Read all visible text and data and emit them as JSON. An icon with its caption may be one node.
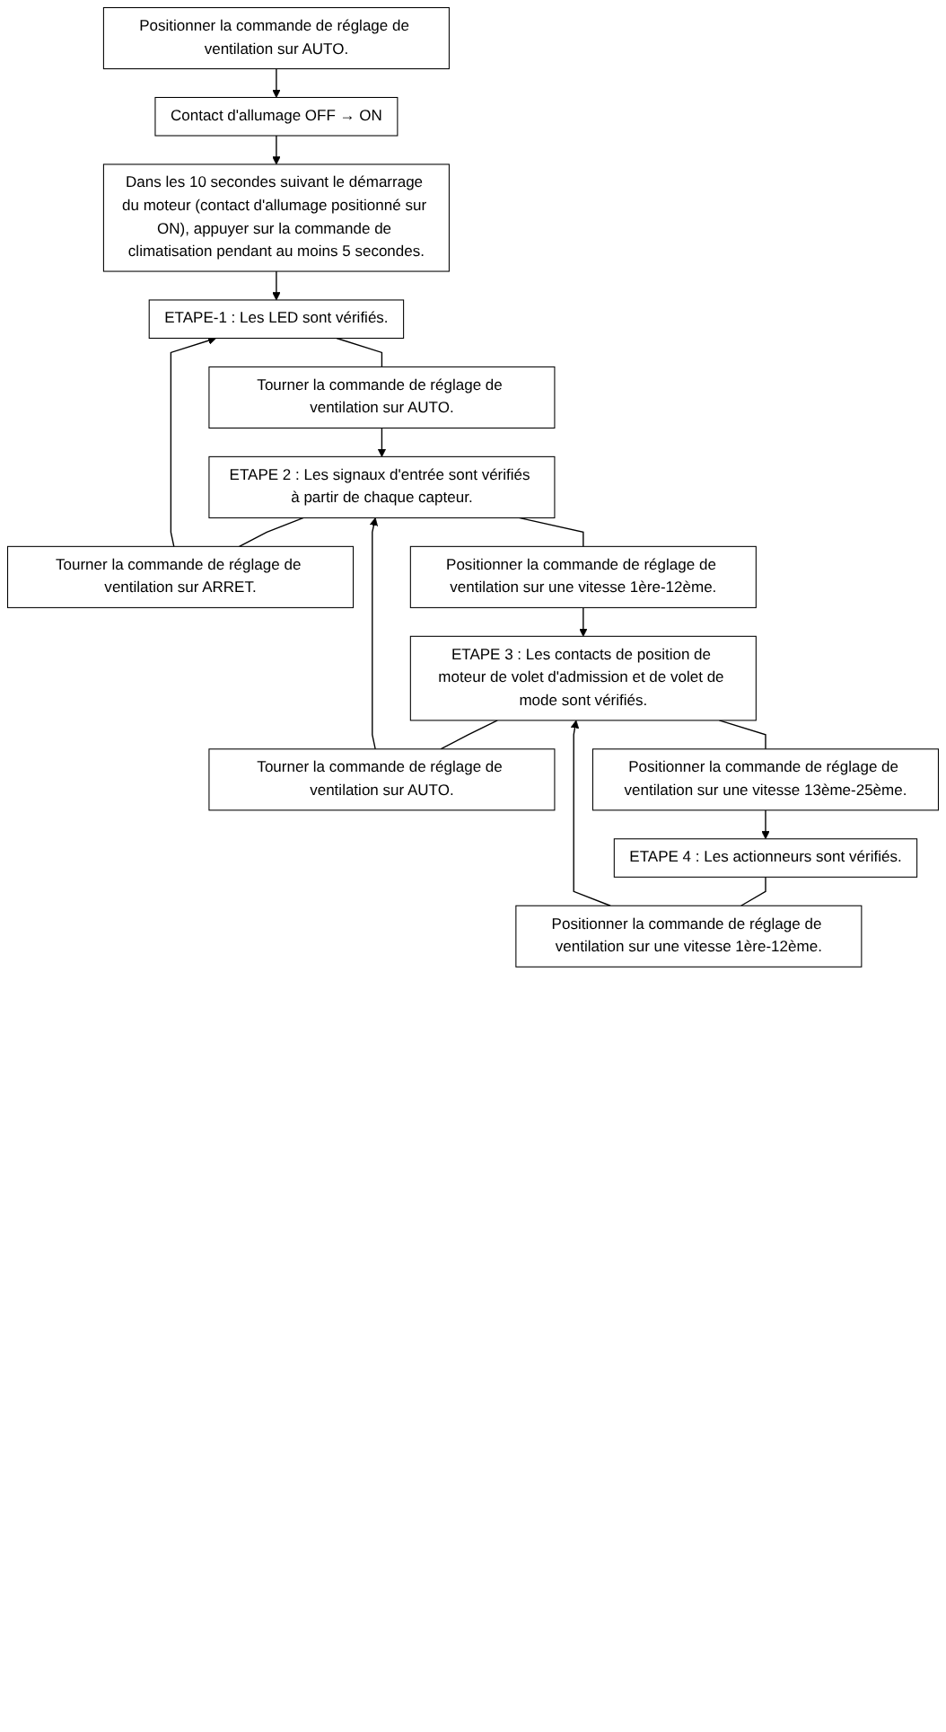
{
  "diagram": {
    "nodes": [
      {
        "text": [
          "Positionner la commande de réglage de ventilation sur AUTO."
        ]
      },
      {
        "text": [
          "Contact d'allumage OFF → ON"
        ]
      },
      {
        "text": [
          "Dans les 10 secondes suivant le démarrage du moteur (contact d'allumage positionné sur ON), appuyer sur la commande de climatisation pendant au moins 5 secondes."
        ]
      },
      {
        "text": [
          "ETAPE-1 : Les LED sont vérifiés."
        ]
      },
      {
        "text": [
          "Tourner la commande de réglage de ventilation sur AUTO."
        ]
      },
      {
        "text": [
          "Tourner la commande de réglage de ventilation sur ARRET."
        ]
      },
      {
        "text": [
          "ETAPE 2 : Les signaux d'entrée sont vérifiés à partir de chaque capteur."
        ]
      },
      {
        "text": [
          "Positionner la commande de réglage de ventilation sur une vitesse 1ère-12ème."
        ]
      },
      {
        "text": [
          "Tourner la commande de réglage de ventilation sur AUTO."
        ]
      },
      {
        "text": [
          "ETAPE 3 : Les contacts de position de moteur de volet d'admission et de volet de mode sont vérifiés."
        ]
      },
      {
        "text": [
          "Positionner la commande de réglage de ventilation sur une vitesse 13ème-25ème."
        ]
      },
      {
        "text": [
          "Positionner la commande de réglage de ventilation sur une vitesse 1ère-12ème."
        ]
      },
      {
        "text": [
          "ETAPE 4 : Les actionneurs sont vérifiés."
        ]
      }
    ],
    "edges": [
      {
        "from": 0,
        "to": 1,
        "arrow": "to"
      },
      {
        "from": 1,
        "to": 2,
        "arrow": "to"
      },
      {
        "from": 2,
        "to": 3,
        "arrow": "to"
      },
      {
        "from": 3,
        "to": 4,
        "arrow": "none"
      },
      {
        "from": 4,
        "to": 6,
        "arrow": "to"
      },
      {
        "from": 6,
        "to": 5,
        "arrow": "none"
      },
      {
        "from": 5,
        "to": 3,
        "arrow": "to"
      },
      {
        "from": 6,
        "to": 7,
        "arrow": "none"
      },
      {
        "from": 7,
        "to": 9,
        "arrow": "to"
      },
      {
        "from": 9,
        "to": 8,
        "arrow": "none"
      },
      {
        "from": 8,
        "to": 6,
        "arrow": "to"
      },
      {
        "from": 9,
        "to": 10,
        "arrow": "none"
      },
      {
        "from": 10,
        "to": 12,
        "arrow": "to"
      },
      {
        "from": 12,
        "to": 11,
        "arrow": "none"
      },
      {
        "from": 11,
        "to": 9,
        "arrow": "to"
      }
    ]
  }
}
